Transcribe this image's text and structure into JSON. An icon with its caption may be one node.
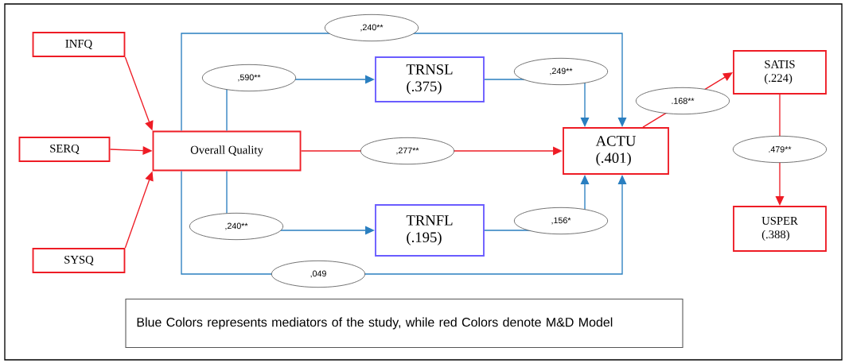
{
  "diagram": {
    "nodes": [
      {
        "text": [
          "INFQ"
        ]
      },
      {
        "text": [
          "SERQ"
        ]
      },
      {
        "text": [
          "SYSQ"
        ]
      },
      {
        "text": [
          "Overall Quality"
        ]
      },
      {
        "text": [
          "TRNSL",
          "(.375)"
        ]
      },
      {
        "text": [
          "TRNFL",
          "(.195)"
        ]
      },
      {
        "text": [
          "ACTU",
          "(.401)"
        ]
      },
      {
        "text": [
          "SATIS",
          "(.224)"
        ]
      },
      {
        "text": [
          "USPER",
          "(.388)"
        ]
      },
      {
        "text": [
          "Blue Colors represents mediators of the study, while red Colors denote M&D Model"
        ]
      }
    ],
    "edges": [
      {
        "from": 0,
        "to": 3,
        "arrow": "to",
        "color": "#ee1c25"
      },
      {
        "from": 1,
        "to": 3,
        "arrow": "to",
        "color": "#ee1c25"
      },
      {
        "from": 2,
        "to": 3,
        "arrow": "to",
        "color": "#ee1c25"
      },
      {
        "from": 3,
        "to": 4,
        "arrow": "to",
        "label": ",590**",
        "color": "#2a7fc0"
      },
      {
        "from": 3,
        "to": 5,
        "arrow": "to",
        "label": ",240**",
        "color": "#2a7fc0"
      },
      {
        "from": 3,
        "to": 6,
        "arrow": "to",
        "label": ",277**",
        "color": "#ee1c25"
      },
      {
        "from": 3,
        "to": 6,
        "arrow": "to",
        "label": ",240**",
        "color": "#2a7fc0"
      },
      {
        "from": 3,
        "to": 6,
        "arrow": "to",
        "label": ",049",
        "color": "#2a7fc0"
      },
      {
        "from": 4,
        "to": 6,
        "arrow": "to",
        "label": ",249**",
        "color": "#2a7fc0"
      },
      {
        "from": 5,
        "to": 6,
        "arrow": "to",
        "label": ",156*",
        "color": "#2a7fc0"
      },
      {
        "from": 6,
        "to": 7,
        "arrow": "to",
        "label": ".168**",
        "color": "#ee1c25"
      },
      {
        "from": 7,
        "to": 8,
        "arrow": "to",
        "label": ".479**",
        "color": "#ee1c25"
      }
    ]
  }
}
